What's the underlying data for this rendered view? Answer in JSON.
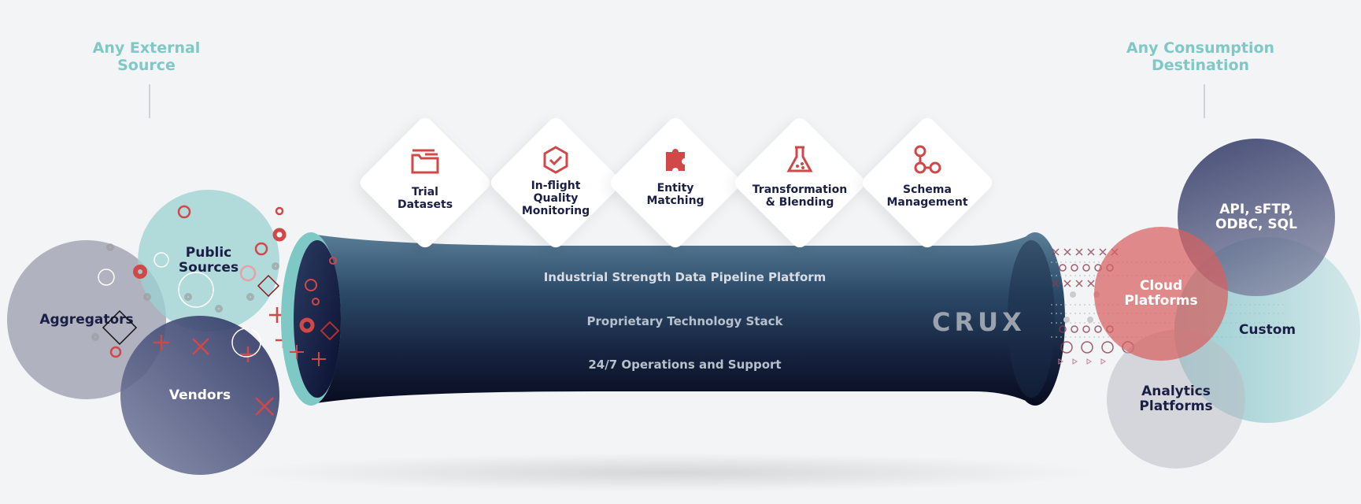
{
  "headings": {
    "source": [
      "Any External",
      "Source"
    ],
    "destination": [
      "Any Consumption",
      "Destination"
    ]
  },
  "sources": [
    {
      "label": [
        "Aggregators"
      ]
    },
    {
      "label": [
        "Public",
        "Sources"
      ]
    },
    {
      "label": [
        "Vendors"
      ]
    }
  ],
  "features": [
    {
      "icon": "folder-icon",
      "label": [
        "Trial",
        "Datasets"
      ]
    },
    {
      "icon": "shield-check-icon",
      "label": [
        "In-flight",
        "Quality",
        "Monitoring"
      ]
    },
    {
      "icon": "puzzle-icon",
      "label": [
        "Entity",
        "Matching"
      ]
    },
    {
      "icon": "flask-icon",
      "label": [
        "Transformation",
        "& Blending"
      ]
    },
    {
      "icon": "schema-icon",
      "label": [
        "Schema",
        "Management"
      ]
    }
  ],
  "pipeline": {
    "lines": [
      "Industrial Strength Data Pipeline Platform",
      "Proprietary Technology Stack",
      "24/7 Operations and Support"
    ],
    "logo": "CRUX"
  },
  "destinations": [
    {
      "label": [
        "API, sFTP,",
        "ODBC, SQL"
      ]
    },
    {
      "label": [
        "Cloud",
        "Platforms"
      ]
    },
    {
      "label": [
        "Custom"
      ]
    },
    {
      "label": [
        "Analytics",
        "Platforms"
      ]
    }
  ],
  "colors": {
    "accent": "#7ec8c6",
    "red": "#d04848",
    "navy": "#1a1f45",
    "pipe": "#1e3550"
  }
}
